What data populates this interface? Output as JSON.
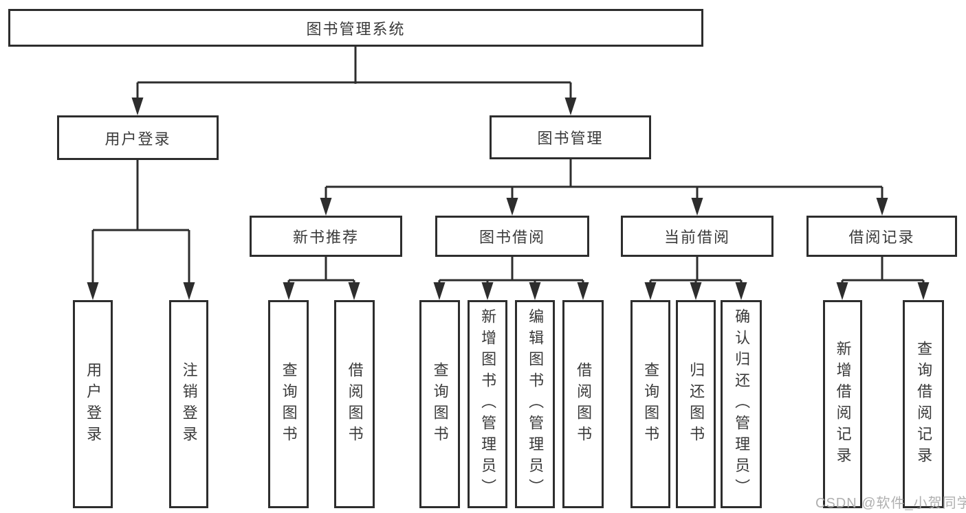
{
  "nodes": {
    "root": "图书管理系统",
    "user_login": "用户登录",
    "book_mgmt": "图书管理",
    "new_book_rec": "新书推荐",
    "book_borrow": "图书借阅",
    "current_borrow": "当前借阅",
    "borrow_records": "借阅记录"
  },
  "leaves": {
    "user_login": "用户登录",
    "logout": "注销登录",
    "query_books_under_rec": "查询图书",
    "borrow_books_under_rec": "借阅图书",
    "query_books_under_borrow": "查询图书",
    "add_books_admin": "新增图书（管理员）",
    "edit_books_admin": "编辑图书（管理员）",
    "borrow_books_under_borrow": "借阅图书",
    "query_books_under_current": "查询图书",
    "return_books": "归还图书",
    "confirm_return_admin": "确认归还（管理员）",
    "add_borrow_record": "新增借阅记录",
    "query_borrow_record": "查询借阅记录"
  },
  "edges": [
    {
      "from": "图书管理系统",
      "to": "用户登录"
    },
    {
      "from": "图书管理系统",
      "to": "图书管理"
    },
    {
      "from": "用户登录",
      "to": "用户登录"
    },
    {
      "from": "用户登录",
      "to": "注销登录"
    },
    {
      "from": "图书管理",
      "to": "新书推荐"
    },
    {
      "from": "图书管理",
      "to": "图书借阅"
    },
    {
      "from": "图书管理",
      "to": "当前借阅"
    },
    {
      "from": "图书管理",
      "to": "借阅记录"
    },
    {
      "from": "新书推荐",
      "to": "查询图书"
    },
    {
      "from": "新书推荐",
      "to": "借阅图书"
    },
    {
      "from": "图书借阅",
      "to": "查询图书"
    },
    {
      "from": "图书借阅",
      "to": "新增图书（管理员）"
    },
    {
      "from": "图书借阅",
      "to": "编辑图书（管理员）"
    },
    {
      "from": "图书借阅",
      "to": "借阅图书"
    },
    {
      "from": "当前借阅",
      "to": "查询图书"
    },
    {
      "from": "当前借阅",
      "to": "归还图书"
    },
    {
      "from": "当前借阅",
      "to": "确认归还（管理员）"
    },
    {
      "from": "借阅记录",
      "to": "新增借阅记录"
    },
    {
      "from": "借阅记录",
      "to": "查询借阅记录"
    }
  ],
  "watermark": "CSDN @软件_小贺同学",
  "colors": {
    "line": "#2d2d2d",
    "box_border": "#2d2d2d",
    "text": "#3a3a3a",
    "watermark": "#acacac",
    "background": "#ffffff"
  }
}
